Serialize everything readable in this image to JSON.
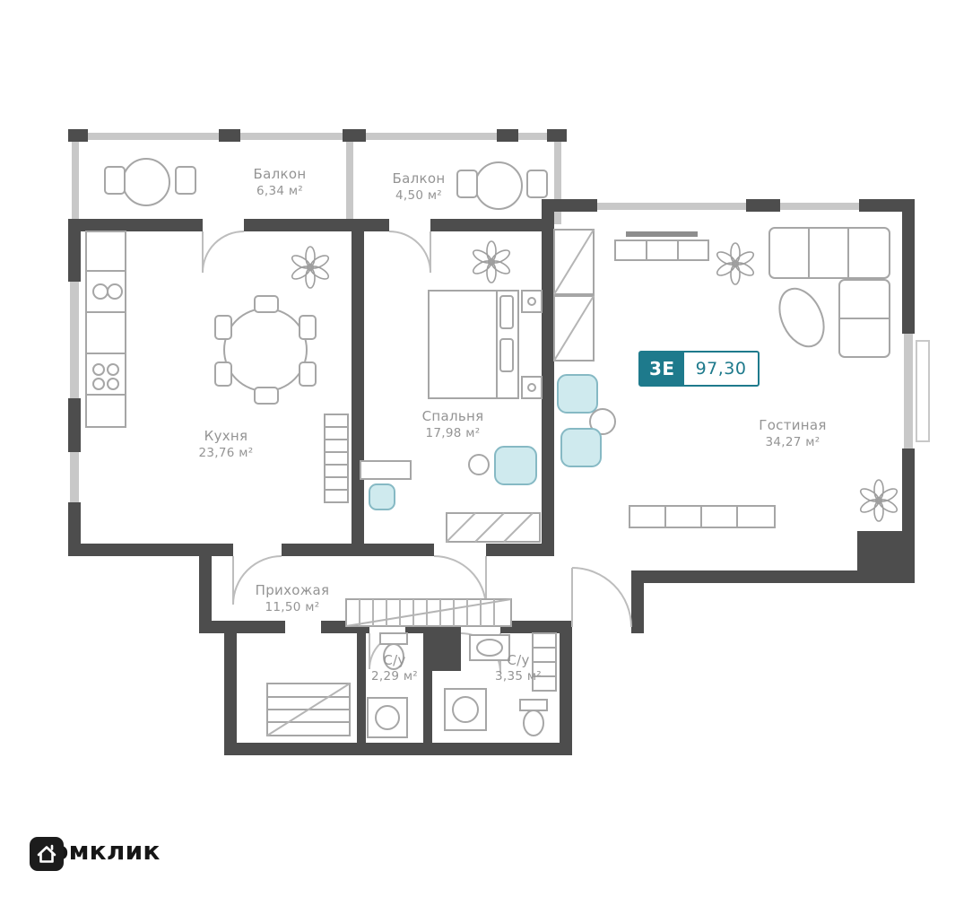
{
  "plan": {
    "badge": {
      "type": "3Е",
      "area": "97,30"
    },
    "rooms": {
      "balcony1": {
        "name": "Балкон",
        "area": "6,34 м²"
      },
      "balcony2": {
        "name": "Балкон",
        "area": "4,50 м²"
      },
      "kitchen": {
        "name": "Кухня",
        "area": "23,76 м²"
      },
      "bedroom": {
        "name": "Спальня",
        "area": "17,98 м²"
      },
      "living": {
        "name": "Гостиная",
        "area": "34,27 м²"
      },
      "hallway": {
        "name": "Прихожая",
        "area": "11,50 м²"
      },
      "wc1": {
        "name": "С/у",
        "area": "2,29 м²"
      },
      "wc2": {
        "name": "С/у",
        "area": "3,35 м²"
      }
    },
    "colors": {
      "accent_teal": "#1e7a8c",
      "wall_dark": "#4d4d4d",
      "wall_light": "#c8c8c8",
      "furniture_stroke": "#a6a6a6",
      "accent_cyan": "#cfeaee",
      "label_gray": "#949494"
    }
  },
  "brand": {
    "name": "Домклик"
  }
}
